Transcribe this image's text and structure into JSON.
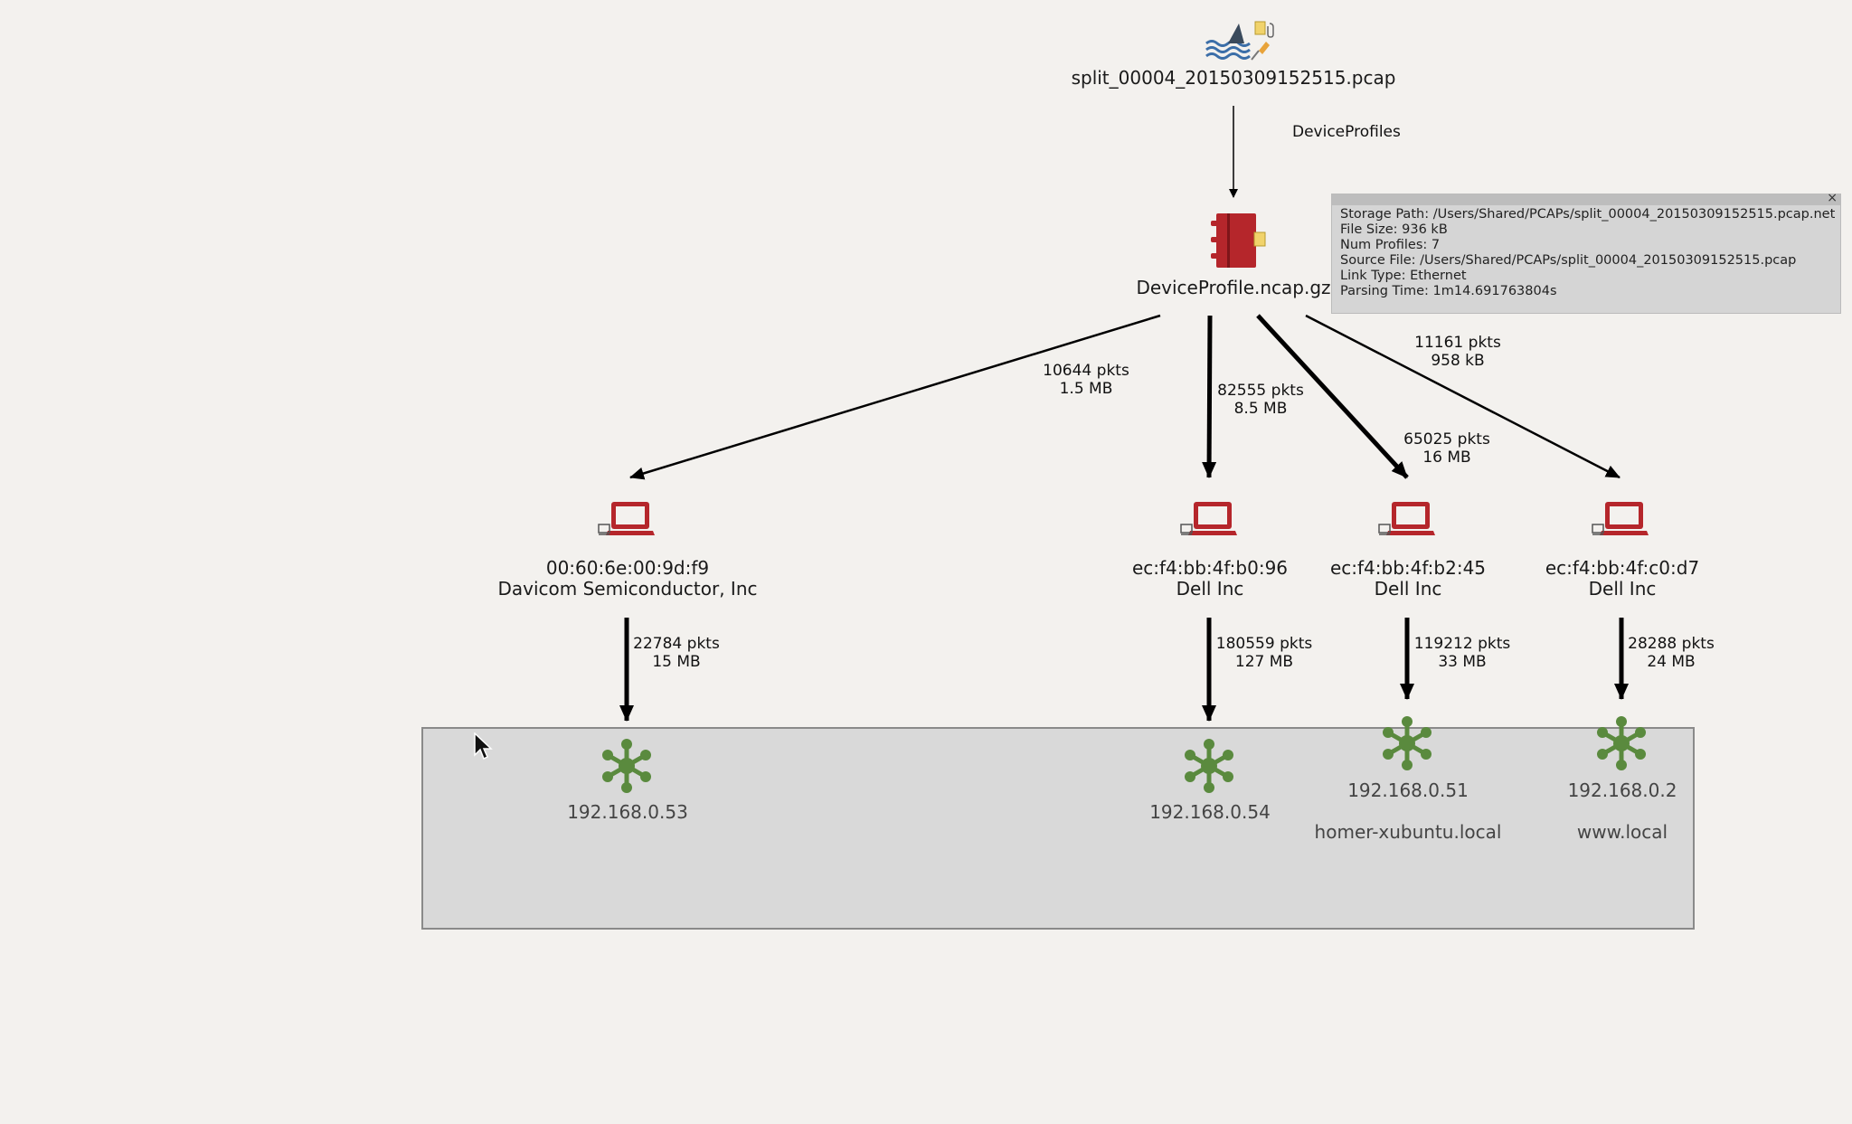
{
  "source_node": {
    "label": "split_00004_20150309152515.pcap",
    "icon": "wireshark-file-icon"
  },
  "profile_node": {
    "label": "DeviceProfile.ncap.gz",
    "icon": "notebook-icon",
    "color": "#b5262b"
  },
  "top_edge": {
    "label": "DeviceProfiles"
  },
  "info_box": {
    "close": "×",
    "rows": [
      "Storage Path: /Users/Shared/PCAPs/split_00004_20150309152515.pcap.net",
      "File Size: 936 kB",
      "Num Profiles: 7",
      "Source File: /Users/Shared/PCAPs/split_00004_20150309152515.pcap",
      "Link Type: Ethernet",
      "Parsing Time: 1m14.691763804s"
    ]
  },
  "devices": [
    {
      "mac": "00:60:6e:00:9d:f9",
      "vendor": "Davicom Semiconductor, Inc",
      "icon": "laptop-icon",
      "in_edge": {
        "pkts": "10644 pkts",
        "size": "1.5 MB"
      },
      "out_edge": {
        "pkts": "22784 pkts",
        "size": "15 MB"
      },
      "host": {
        "ip": "192.168.0.53",
        "name": ""
      }
    },
    {
      "mac": "ec:f4:bb:4f:b0:96",
      "vendor": "Dell Inc",
      "icon": "laptop-icon",
      "in_edge": {
        "pkts": "82555 pkts",
        "size": "8.5 MB"
      },
      "out_edge": {
        "pkts": "180559 pkts",
        "size": "127 MB"
      },
      "host": {
        "ip": "192.168.0.54",
        "name": ""
      }
    },
    {
      "mac": "ec:f4:bb:4f:b2:45",
      "vendor": "Dell Inc",
      "icon": "laptop-icon",
      "in_edge": {
        "pkts": "65025 pkts",
        "size": "16 MB"
      },
      "out_edge": {
        "pkts": "119212 pkts",
        "size": "33 MB"
      },
      "host": {
        "ip": "192.168.0.51",
        "name": "homer-xubuntu.local"
      }
    },
    {
      "mac": "ec:f4:bb:4f:c0:d7",
      "vendor": "Dell Inc",
      "icon": "laptop-icon",
      "in_edge": {
        "pkts": "11161 pkts",
        "size": "958 kB"
      },
      "out_edge": {
        "pkts": "28288 pkts",
        "size": "24 MB"
      },
      "host": {
        "ip": "192.168.0.2",
        "name": "www.local"
      }
    }
  ],
  "colors": {
    "device": "#b5262b",
    "host": "#5a8a3e",
    "group_fill": "#d9d9d9",
    "group_border": "#8a8a8a"
  }
}
